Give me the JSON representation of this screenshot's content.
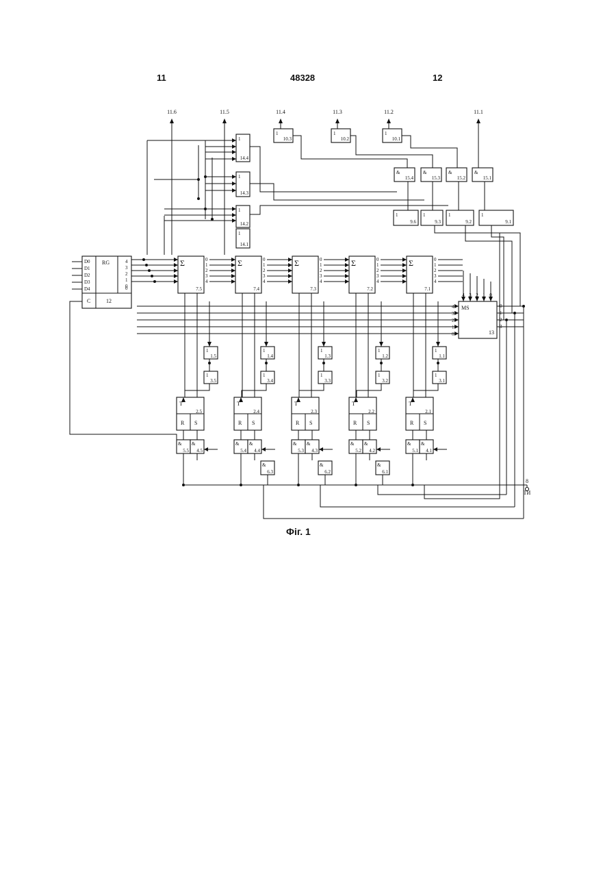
{
  "header": {
    "left": "11",
    "center": "48328",
    "right": "12"
  },
  "caption": "Фіг. 1",
  "outputs": [
    "11.6",
    "11.5",
    "11.4",
    "11.3",
    "11.2",
    "11.1"
  ],
  "register": {
    "title": "RG",
    "number": "12",
    "clock": "C",
    "inputs": [
      "D0",
      "D1",
      "D2",
      "D3",
      "D4"
    ],
    "outputs": [
      "4",
      "3",
      "2",
      "1",
      "0"
    ]
  },
  "adders": {
    "symbol": "Σ",
    "labels": [
      "7.5",
      "7.4",
      "7.3",
      "7.2",
      "7.1"
    ],
    "pins": [
      "0",
      "1",
      "2",
      "3",
      "4"
    ]
  },
  "ms": {
    "title": "MS",
    "number": "13",
    "in_pins": [
      "4",
      "3",
      "2",
      "1",
      "0"
    ],
    "top_pins": [
      "4",
      "3",
      "2",
      "1",
      "0"
    ],
    "out_pins": [
      "0",
      "1",
      "2",
      "3"
    ]
  },
  "or_top": {
    "symbol": "1",
    "labels": [
      "10.3",
      "10.2",
      "10.1"
    ]
  },
  "and15": {
    "symbol": "&",
    "labels": [
      "15.4",
      "15.3",
      "15.2",
      "15.1"
    ]
  },
  "or9": {
    "symbol": "1",
    "labels": [
      "9.6",
      "9.3",
      "9.2",
      "9.1"
    ]
  },
  "or14": {
    "symbol": "1",
    "labels": [
      "14.4",
      "14.3",
      "14.2",
      "14.1"
    ]
  },
  "blocks1": {
    "symbol": "1",
    "labels": [
      "1.5",
      "1.4",
      "1.3",
      "1.2",
      "1.1"
    ]
  },
  "blocks3": {
    "symbol": "1",
    "labels": [
      "3.5",
      "3.4",
      "3.3",
      "3.2",
      "3.1"
    ]
  },
  "triggers": {
    "t": "T",
    "r": "R",
    "s": "S",
    "labels": [
      "2.5",
      "2.4",
      "2.3",
      "2.2",
      "2.1"
    ]
  },
  "and5": {
    "symbol": "&",
    "labels": [
      "5.5",
      "5.4",
      "5.3",
      "5.2",
      "5.1"
    ]
  },
  "and4": {
    "symbol": "&",
    "labels": [
      "4.5",
      "4.4",
      "4.3",
      "4.2",
      "4.1"
    ]
  },
  "and6": {
    "symbol": "&",
    "labels": [
      "6.3",
      "6.2",
      "6.1"
    ]
  },
  "terminal": {
    "number": "8",
    "name": "ТИ"
  }
}
